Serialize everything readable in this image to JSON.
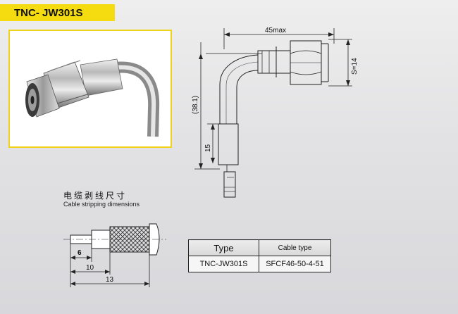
{
  "title": "TNC- JW301S",
  "stripping": {
    "heading_cn": "电缆剥线尺寸",
    "heading_en": "Cable stripping dimensions",
    "dim_a": "6",
    "dim_b": "10",
    "dim_c": "13"
  },
  "connector_dims": {
    "width": "45max",
    "height": "(38.1)",
    "hex": "S=14",
    "sleeve": "15"
  },
  "table": {
    "col1_header": "Type",
    "col2_header": "Cable type",
    "col1_value": "TNC-JW301S",
    "col2_value": "SFCF46-50-4-51"
  },
  "colors": {
    "banner": "#f4dc10",
    "frame": "#f1d21a"
  }
}
